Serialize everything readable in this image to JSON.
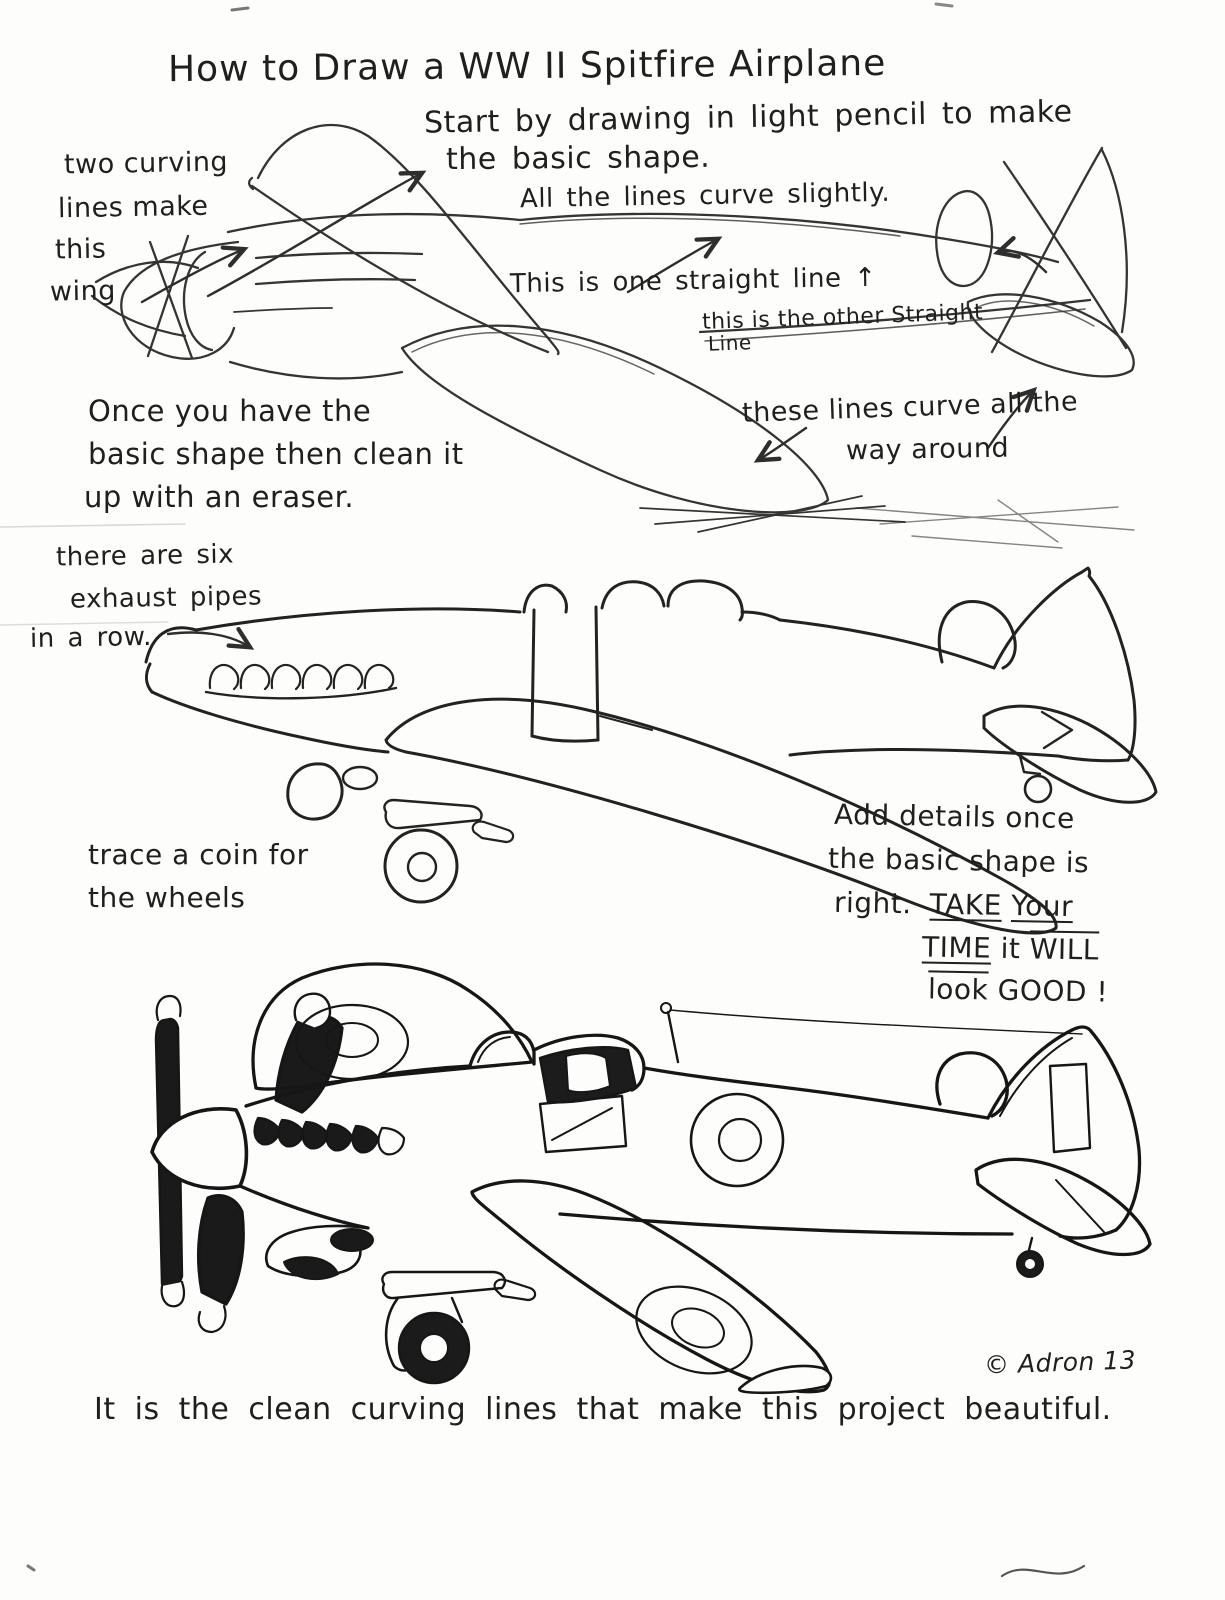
{
  "page": {
    "title": "How to Draw a WW II Spitfire Airplane",
    "closing_line": "It is the clean curving lines that make this project beautiful.",
    "signature": "© Adron 13",
    "ink_color": "#222222",
    "paper_color": "#fdfdfb"
  },
  "step1": {
    "note_start_l1": "Start by drawing in light pencil to make",
    "note_start_l2": "the basic shape.",
    "note_curve": "All the lines curve slightly.",
    "note_wing_l1": "two curving",
    "note_wing_l2": "lines make",
    "note_wing_l3": "this",
    "note_wing_l4": "wing",
    "note_straight1": "This is one straight line ↑",
    "note_straight2_l1": "this is the other Straight",
    "note_straight2_l2": "Line",
    "note_around_l1": "these lines curve all the",
    "note_around_l2": "way around"
  },
  "step2": {
    "note_clean_l1": "Once you have the",
    "note_clean_l2": "basic shape then clean it",
    "note_clean_l3": "up with an eraser.",
    "note_exhaust_l1": "there are six",
    "note_exhaust_l2": "exhaust pipes",
    "note_exhaust_l3": "in a row.",
    "note_coin_l1": "trace a coin for",
    "note_coin_l2": "the wheels"
  },
  "step3": {
    "note_details_l1": "Add details once",
    "note_details_l2": "the basic shape is",
    "note_details_l3a": "right.",
    "note_details_l3b": "TAKE",
    "note_details_l3c": "Your",
    "note_details_l4a": "TIME",
    "note_details_l4b": "it",
    "note_details_l4c": "WILL",
    "note_details_l5a": "look",
    "note_details_l5b": "GOOD !"
  }
}
